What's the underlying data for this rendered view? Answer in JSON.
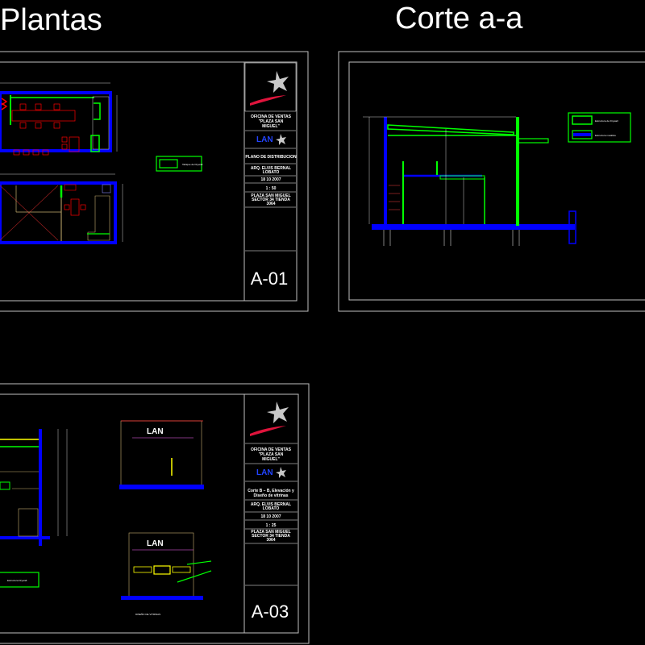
{
  "titles": {
    "plantas": "Plantas",
    "corte": "Corte a-a"
  },
  "colors": {
    "background": "#000000",
    "wall": "#0000ff",
    "drywall": "#00ff00",
    "furniture": "#ff0000",
    "line": "#ffffff",
    "frame": "#c0c0c0"
  },
  "sheets": [
    {
      "project": [
        "OFICINA DE VENTAS",
        "\"PLAZA SAN",
        "MIGUEL\""
      ],
      "brand": "LAN",
      "drawing": [
        "PLANO DE DISTRIBUCION"
      ],
      "architect": [
        "ARQ. ELVIS BERNAL",
        "LOBATO"
      ],
      "date": "18 10 2007",
      "scale": "1 : 50",
      "location": [
        "PLAZA SAN MIGUEL",
        "SECTOR 34 TIENDA",
        "3064"
      ],
      "sheet_number": "A-01",
      "legend": "Tabique de Drywall"
    },
    {
      "project": [
        "OFICINA DE VENTAS",
        "\"PLAZA SAN",
        "MIGUEL\""
      ],
      "brand": "LAN",
      "drawing": [
        "Corte B – B, Elevación y",
        "Diseño de vitrinas"
      ],
      "architect": [
        "ARQ. ELVIS BERNAL",
        "LOBATO"
      ],
      "date": "18 10 2007",
      "scale": "1 : 25",
      "location": [
        "PLAZA SAN MIGUEL",
        "SECTOR 34 TIENDA",
        "3064"
      ],
      "sheet_number": "A-03",
      "legend": "Estructura Drywall"
    }
  ],
  "corte_legend": [
    "Estructura de Drywall",
    "Estructura metálica"
  ],
  "elevation_labels": [
    "LAN",
    "LAN"
  ],
  "vitrina_label": "DISEÑO DE VITRINAS"
}
